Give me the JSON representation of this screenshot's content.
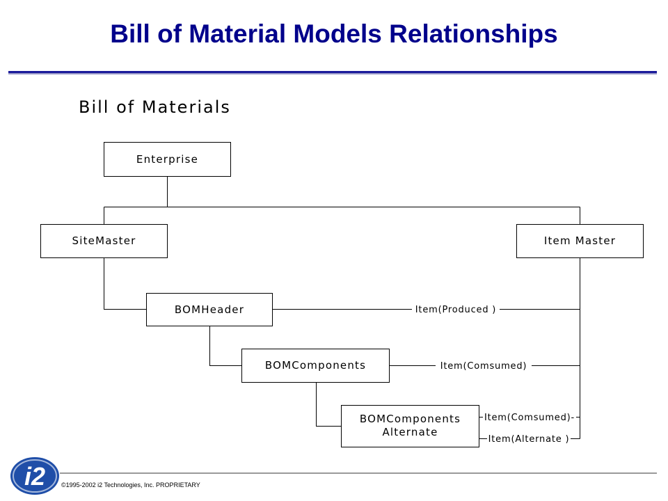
{
  "header": {
    "title": "Bill of Material Models Relationships"
  },
  "diagram": {
    "heading": "Bill of Materials",
    "nodes": {
      "enterprise": "Enterprise",
      "site_master": "SiteMaster",
      "item_master": "Item Master",
      "bom_header": "BOMHeader",
      "bom_components": "BOMComponents",
      "bom_components_alternate": [
        "BOMComponents",
        "Alternate"
      ]
    },
    "relations": {
      "item_produced": "Item(Produced )",
      "item_consumed_1": "Item(Comsumed)",
      "item_consumed_2": "Item(Comsumed)-",
      "item_alternate": "Item(Alternate )"
    }
  },
  "footer": {
    "logo_text": "i2",
    "copyright": "©1995-2002 i2 Technologies, Inc. PROPRIETARY"
  },
  "colors": {
    "title": "#00008b",
    "rule": "#1a1a9a",
    "logo": "#1f4ea8"
  }
}
